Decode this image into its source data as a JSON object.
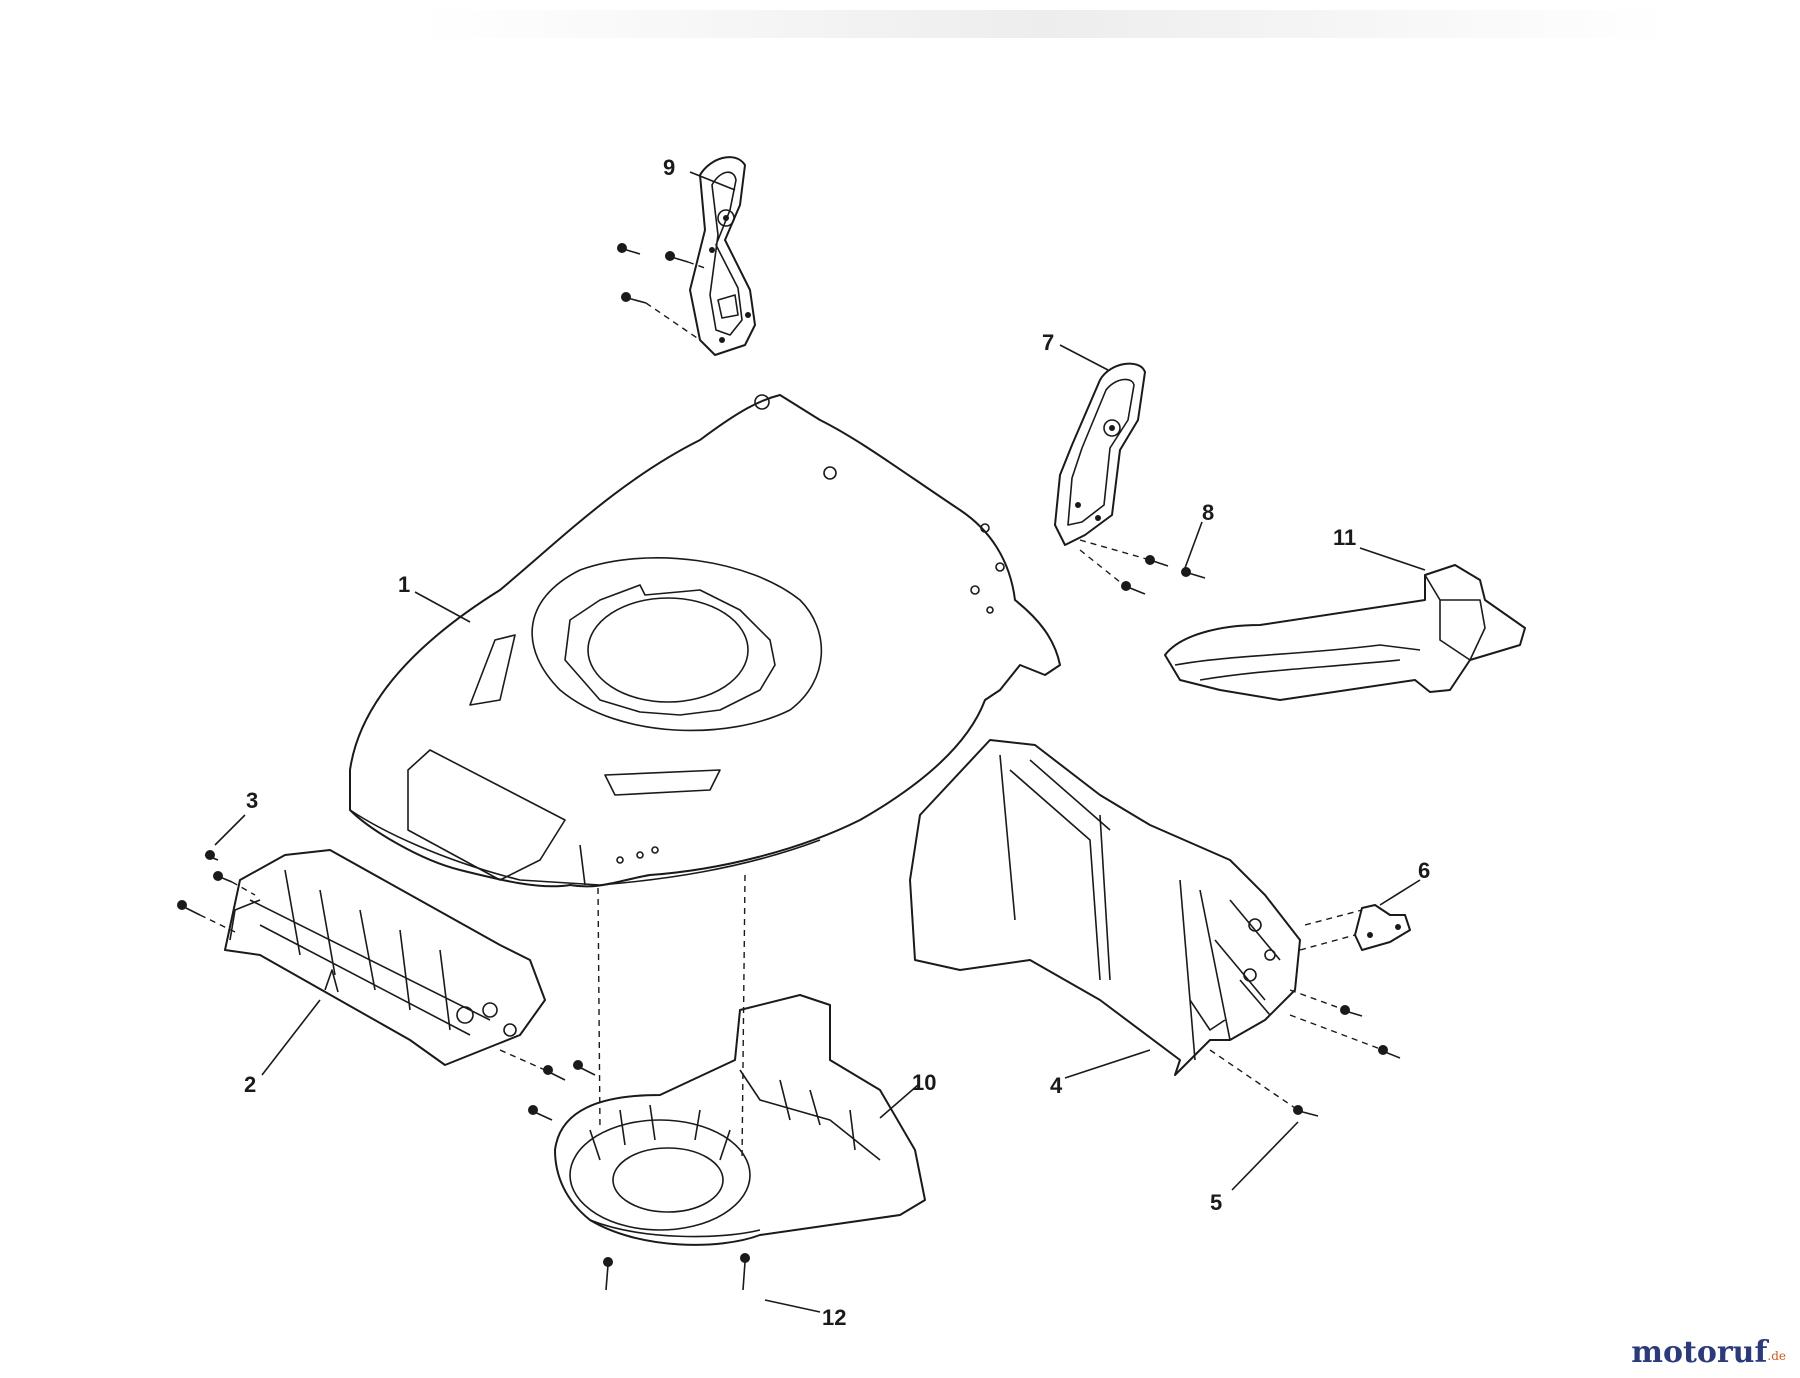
{
  "diagram": {
    "callouts": [
      {
        "id": "1",
        "text": "1"
      },
      {
        "id": "2",
        "text": "2"
      },
      {
        "id": "3",
        "text": "3"
      },
      {
        "id": "4",
        "text": "4"
      },
      {
        "id": "5",
        "text": "5"
      },
      {
        "id": "6",
        "text": "6"
      },
      {
        "id": "7",
        "text": "7"
      },
      {
        "id": "8",
        "text": "8"
      },
      {
        "id": "9",
        "text": "9"
      },
      {
        "id": "10",
        "text": "10"
      },
      {
        "id": "11",
        "text": "11"
      },
      {
        "id": "12",
        "text": "12"
      }
    ]
  },
  "watermark": {
    "brand": "motoruf",
    "tld": ".de"
  }
}
